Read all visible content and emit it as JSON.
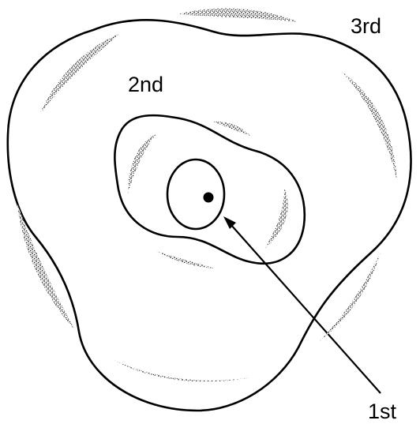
{
  "labels": {
    "third": "3rd",
    "second": "2nd",
    "first": "1st"
  },
  "colors": {
    "ink": "#000000",
    "background": "#ffffff",
    "stipple": "#222222"
  }
}
